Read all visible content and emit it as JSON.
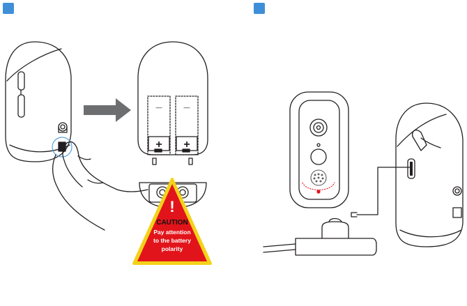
{
  "steps": [
    {
      "id": "step-1",
      "badge_color": "#3f8fd8"
    },
    {
      "id": "step-2",
      "badge_color": "#3f8fd8"
    }
  ],
  "battery_compartment": {
    "slot_labels": [
      "—",
      "—"
    ],
    "terminal_labels": [
      "+",
      "+"
    ]
  },
  "caution_sign": {
    "exclamation": "!",
    "title": "CAUTION",
    "lines": [
      "Pay attention",
      "to the battery",
      "polarity"
    ],
    "fill_color": "#e2141b",
    "border_color": "#f4d21a",
    "text_color": "#ffffff",
    "title_color": "#111111"
  },
  "colors": {
    "outline": "#231f20",
    "arrow": "#6d6e70",
    "indicator_led": "#e2141b",
    "badge": "#3f8fd8"
  }
}
